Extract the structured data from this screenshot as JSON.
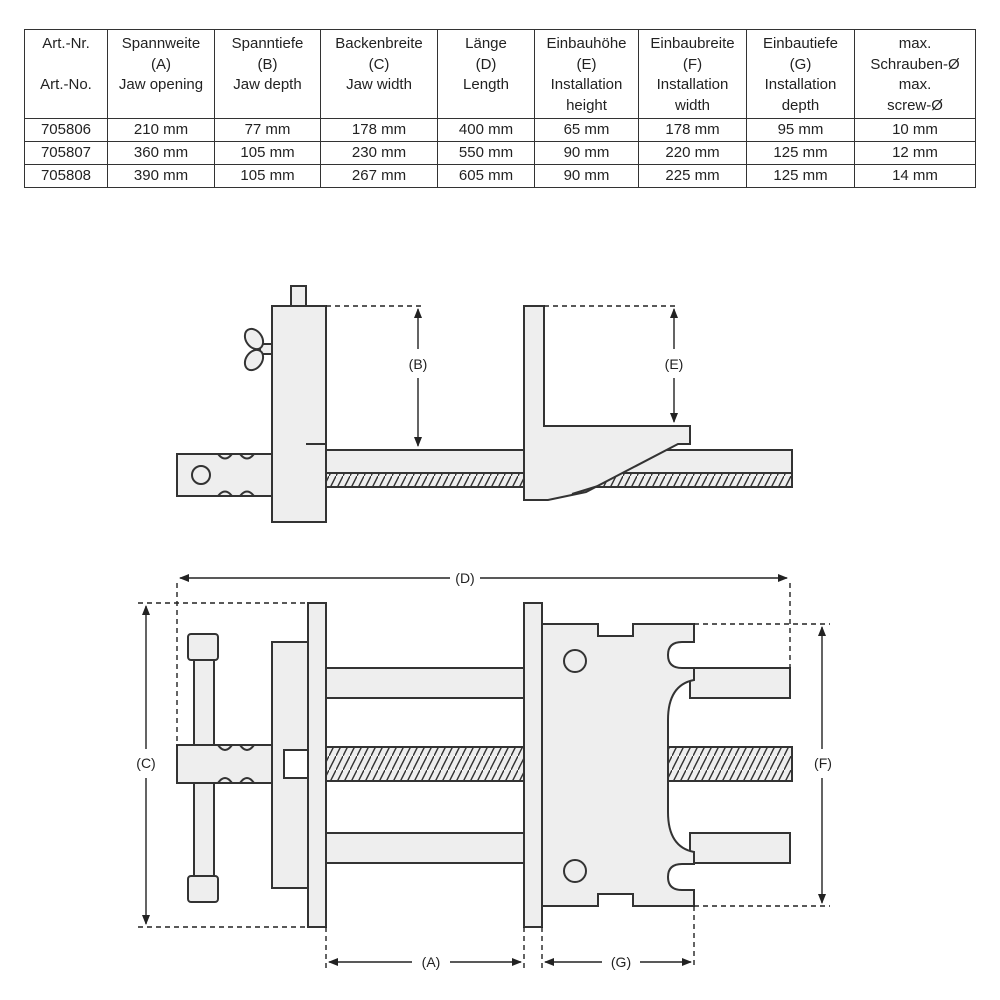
{
  "table": {
    "columns": [
      {
        "lines": [
          "Art.-Nr.",
          "",
          "Art.-No."
        ]
      },
      {
        "lines": [
          "Spannweite",
          "(A)",
          "Jaw opening"
        ]
      },
      {
        "lines": [
          "Spanntiefe",
          "(B)",
          "Jaw depth"
        ]
      },
      {
        "lines": [
          "Backenbreite",
          "(C)",
          "Jaw width"
        ]
      },
      {
        "lines": [
          "Länge",
          "(D)",
          "Length"
        ]
      },
      {
        "lines": [
          "Einbauhöhe",
          "(E)",
          "Installation",
          "height"
        ]
      },
      {
        "lines": [
          "Einbaubreite",
          "(F)",
          "Installation",
          "width"
        ]
      },
      {
        "lines": [
          "Einbautiefe",
          "(G)",
          "Installation",
          "depth"
        ]
      },
      {
        "lines": [
          "max.",
          "Schrauben-Ø",
          "max.",
          "screw-Ø"
        ]
      }
    ],
    "rows": [
      [
        "705806",
        "210 mm",
        "77 mm",
        "178 mm",
        "400 mm",
        "65 mm",
        "178 mm",
        "95 mm",
        "10 mm"
      ],
      [
        "705807",
        "360 mm",
        "105 mm",
        "230 mm",
        "550 mm",
        "90 mm",
        "220 mm",
        "125 mm",
        "12 mm"
      ],
      [
        "705808",
        "390 mm",
        "105 mm",
        "267 mm",
        "605 mm",
        "90 mm",
        "225 mm",
        "125 mm",
        "14 mm"
      ]
    ]
  },
  "drawing": {
    "labels": {
      "a": "(A)",
      "b": "(B)",
      "c": "(C)",
      "d": "(D)",
      "e": "(E)",
      "f": "(F)",
      "g": "(G)"
    }
  }
}
